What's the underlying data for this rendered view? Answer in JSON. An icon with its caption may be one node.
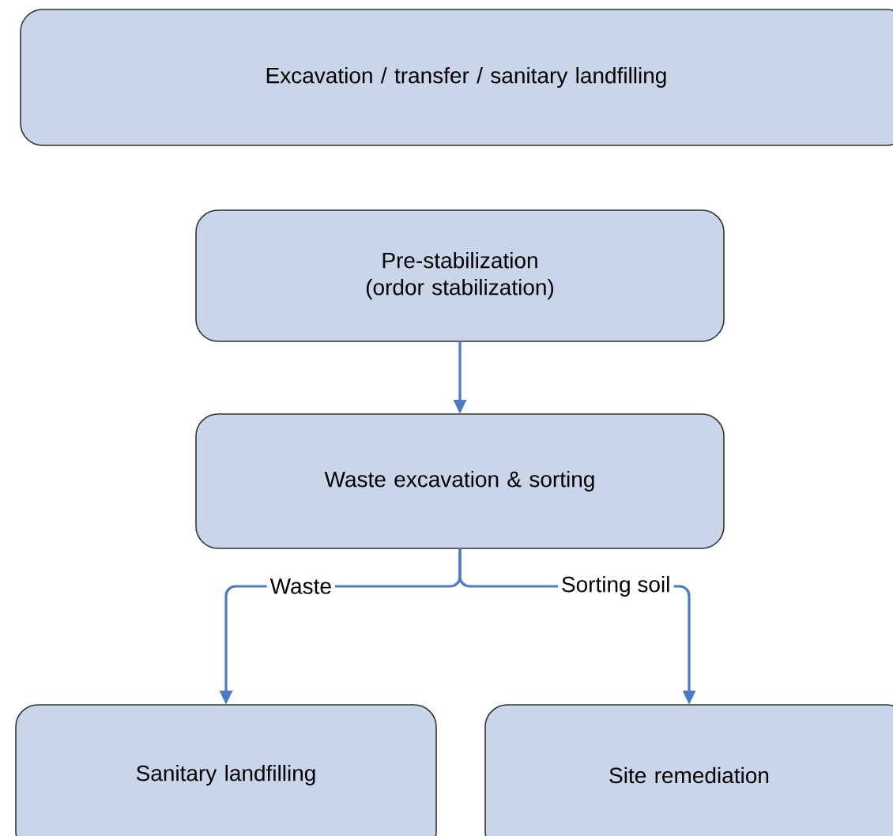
{
  "diagram": {
    "nodes": [
      {
        "text": [
          "Excavation / transfer / sanitary landfilling"
        ]
      },
      {
        "text": [
          "Pre-stabilization (ordor stabilization)"
        ]
      },
      {
        "text": [
          "Waste excavation & sorting"
        ]
      },
      {
        "text": [
          "Sanitary landfilling"
        ]
      },
      {
        "text": [
          "Site remediation"
        ]
      }
    ],
    "edges": [
      {
        "from": 1,
        "to": 2,
        "arrow": "to"
      },
      {
        "from": 2,
        "to": 3,
        "arrow": "to",
        "label": "Waste"
      },
      {
        "from": 2,
        "to": 4,
        "arrow": "to",
        "label": "Sorting  soil"
      }
    ]
  }
}
